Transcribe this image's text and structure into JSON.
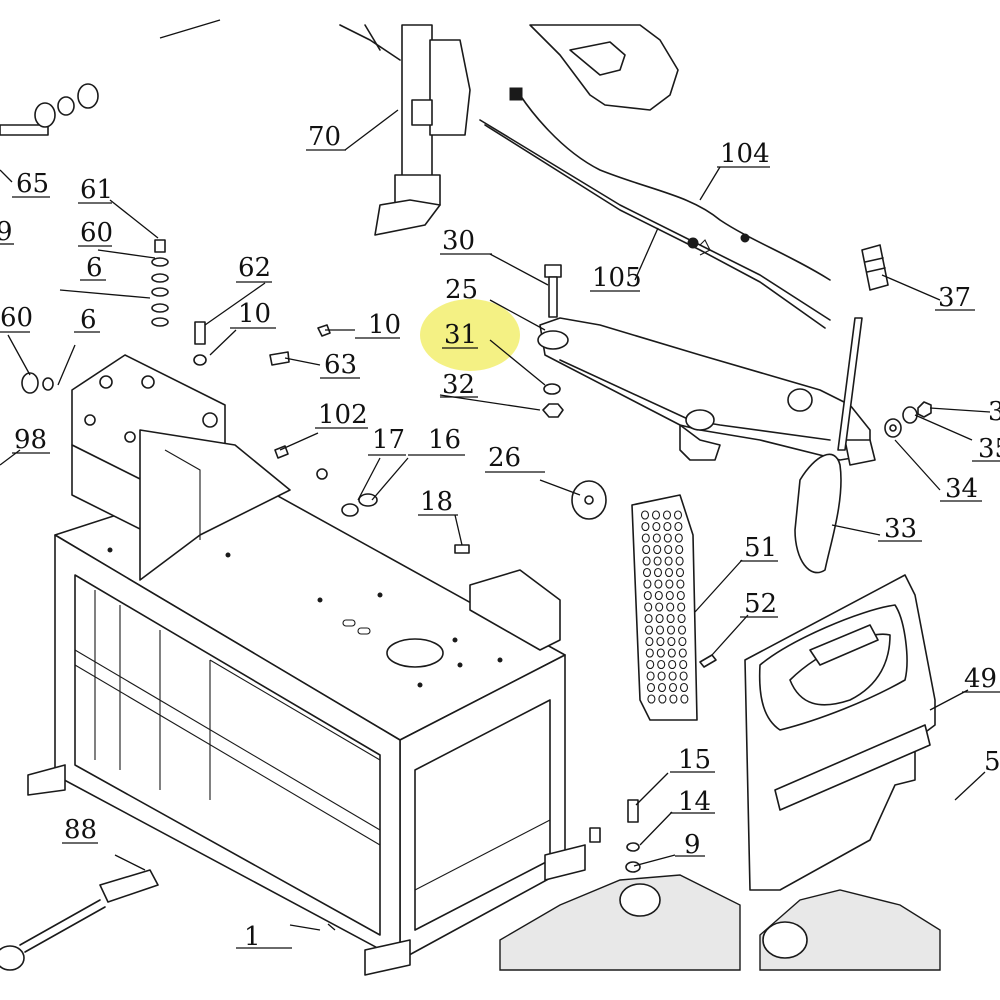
{
  "diagram": {
    "highlight_color": "#f2ee6e",
    "callouts": {
      "c1": "1",
      "c6a": "6",
      "c6b": "6",
      "c9": "9",
      "c9edge": "9",
      "c10a": "10",
      "c10b": "10",
      "c14": "14",
      "c15": "15",
      "c16": "16",
      "c17": "17",
      "c18": "18",
      "c25": "25",
      "c26": "26",
      "c30": "30",
      "c31": "31",
      "c32": "32",
      "c33": "33",
      "c34": "34",
      "c35": "35",
      "c37": "37",
      "c49": "49",
      "c51": "51",
      "c52": "52",
      "c5edge": "5",
      "c3edge": "3",
      "c60a": "60",
      "c60b": "60",
      "c61": "61",
      "c62": "62",
      "c63": "63",
      "c65": "65",
      "c70": "70",
      "c88": "88",
      "c98": "98",
      "c102": "102",
      "c104": "104",
      "c105": "105"
    }
  }
}
